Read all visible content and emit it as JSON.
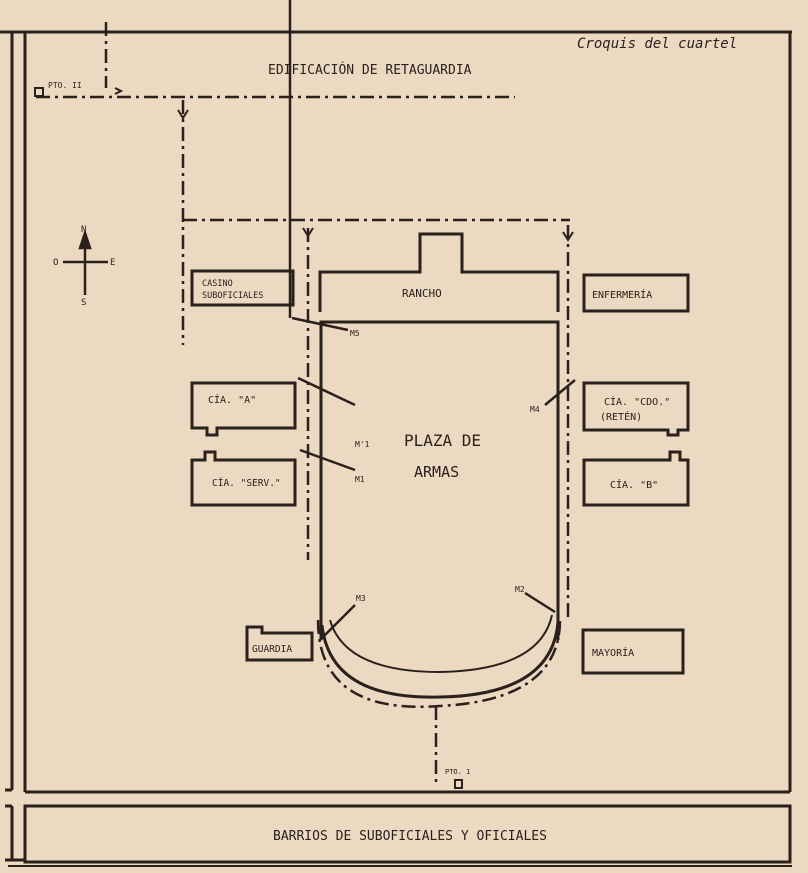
{
  "title": "Croquis del cuartel",
  "labels": {
    "rear_building": "EDIFICACIÓN DE RETAGUARDIA",
    "pto2": "PTO. II",
    "pto1": "PTO. 1",
    "casino_1": "CASINO",
    "casino_2": "SUBOFICIALES",
    "rancho": "RANCHO",
    "enfermeria": "ENFERMERÍA",
    "cia_a": "CÍA. \"A\"",
    "cia_serv": "CÍA. \"SERV.\"",
    "cia_cdo": "CÍA. \"CDO.\"",
    "reten": "(RETÉN)",
    "cia_b": "CÍA. \"B\"",
    "plaza_1": "PLAZA DE",
    "plaza_2": "ARMAS",
    "guardia": "GUARDIA",
    "mayoria": "MAYORÍA",
    "barrios": "BARRIOS DE SUBOFICIALES Y OFICIALES"
  },
  "markers": {
    "m5": "M5",
    "m1p": "M'1",
    "m1": "M1",
    "m3": "M3",
    "m2": "M2",
    "m4": "M4"
  },
  "compass": {
    "n": "N",
    "s": "S",
    "e": "E",
    "o": "O"
  },
  "colors": {
    "paper": "#ecd9c1",
    "ink": "#2a211c"
  }
}
